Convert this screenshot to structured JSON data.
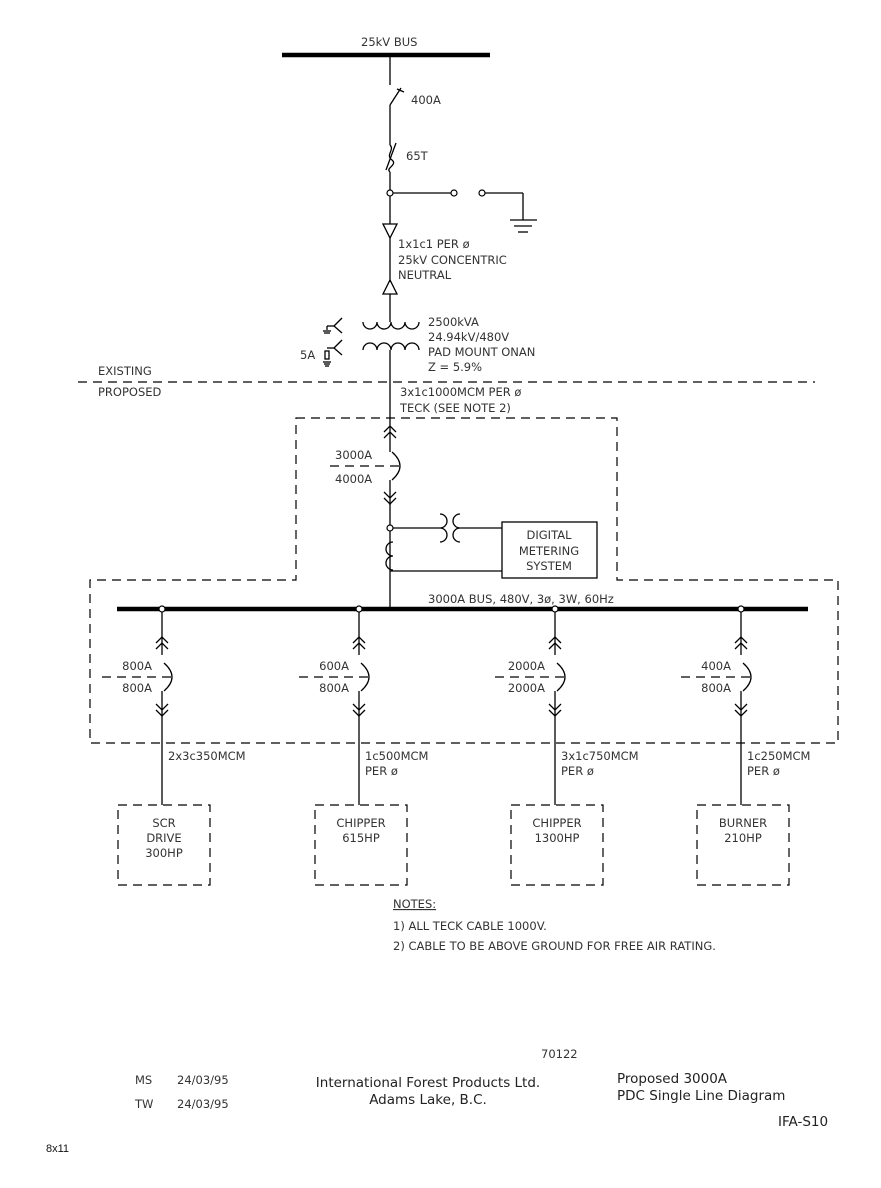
{
  "utility": {
    "bus_label": "25kV BUS",
    "switch_rating": "400A",
    "fuse_rating": "65T",
    "cable_lines": [
      "1x1c1 PER ø",
      "25kV CONCENTRIC",
      "NEUTRAL"
    ]
  },
  "transformer": {
    "lines": [
      "2500kVA",
      "24.94kV/480V",
      "PAD MOUNT ONAN",
      "Z = 5.9%"
    ],
    "ground_resistor_label": "5A"
  },
  "boundary": {
    "existing_label": "EXISTING",
    "proposed_label": "PROPOSED"
  },
  "secondary_cable": [
    "3x1c1000MCM PER ø",
    "TECK (SEE NOTE 2)"
  ],
  "main_breaker": {
    "trip": "3000A",
    "frame": "4000A"
  },
  "metering": {
    "lines": [
      "DIGITAL",
      "METERING",
      "SYSTEM"
    ]
  },
  "main_bus_label": "3000A BUS, 480V, 3ø, 3W, 60Hz",
  "feeders": [
    {
      "trip": "800A",
      "frame": "800A",
      "cable": [
        "2x3c350MCM"
      ],
      "load": [
        "SCR",
        "DRIVE",
        "300HP"
      ]
    },
    {
      "trip": "600A",
      "frame": "800A",
      "cable": [
        "1c500MCM",
        "PER ø"
      ],
      "load": [
        "CHIPPER",
        "615HP"
      ]
    },
    {
      "trip": "2000A",
      "frame": "2000A",
      "cable": [
        "3x1c750MCM",
        "PER ø"
      ],
      "load": [
        "CHIPPER",
        "1300HP"
      ]
    },
    {
      "trip": "400A",
      "frame": "800A",
      "cable": [
        "1c250MCM",
        "PER ø"
      ],
      "load": [
        "BURNER",
        "210HP"
      ]
    }
  ],
  "notes": {
    "title": "NOTES:",
    "items": [
      "1)  ALL TECK CABLE 1000V.",
      "2)  CABLE TO BE ABOVE GROUND FOR FREE AIR RATING."
    ]
  },
  "title_block": {
    "job_number": "70122",
    "revisions": [
      {
        "initials": "MS",
        "date": "24/03/95"
      },
      {
        "initials": "TW",
        "date": "24/03/95"
      }
    ],
    "company": "International Forest Products Ltd.",
    "location": "Adams Lake, B.C.",
    "drawing_title_1": "Proposed 3000A",
    "drawing_title_2": "PDC Single Line Diagram",
    "drawing_number": "IFA-S10",
    "sheet_size": "8x11"
  }
}
